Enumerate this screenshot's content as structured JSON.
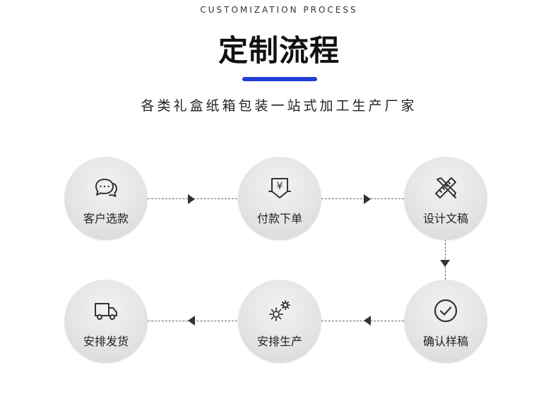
{
  "header": {
    "eyebrow": "CUSTOMIZATION PROCESS",
    "title": "定制流程",
    "subtitle": "各类礼盒纸箱包装一站式加工生产厂家",
    "accent_color": "#1f3fd6"
  },
  "steps": [
    {
      "label": "客户选款",
      "icon": "chat-bubbles-icon"
    },
    {
      "label": "付款下单",
      "icon": "yuen-payment-icon"
    },
    {
      "label": "设计文稿",
      "icon": "ruler-pencil-icon"
    },
    {
      "label": "确认样稿",
      "icon": "check-circle-icon"
    },
    {
      "label": "安排生产",
      "icon": "gears-icon"
    },
    {
      "label": "安排发货",
      "icon": "truck-icon"
    }
  ],
  "icons": {
    "payment_symbol": "¥"
  }
}
